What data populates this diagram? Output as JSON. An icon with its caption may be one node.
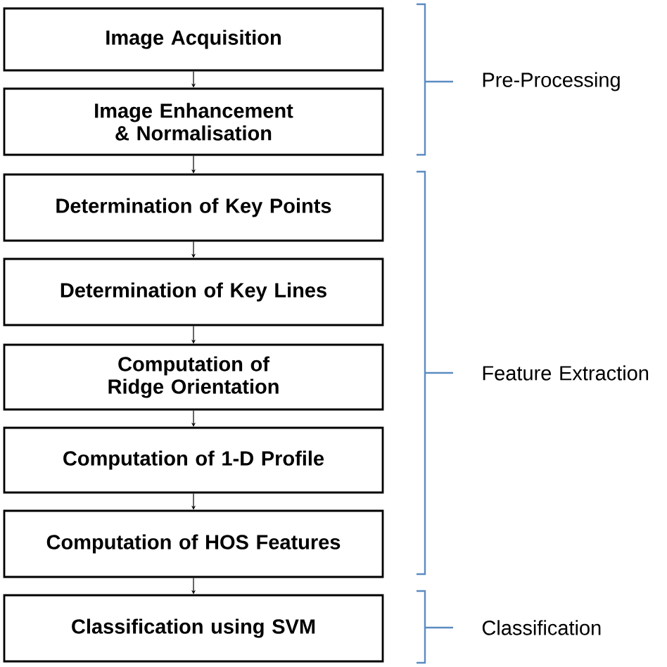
{
  "diagram": {
    "nodes": [
      {
        "text": [
          "Image Acquisition"
        ]
      },
      {
        "text": [
          "Image Enhancement & Normalisation"
        ]
      },
      {
        "text": [
          "Determination of Key Points"
        ]
      },
      {
        "text": [
          "Determination of Key Lines"
        ]
      },
      {
        "text": [
          "Computation of Ridge Orientation"
        ]
      },
      {
        "text": [
          "Computation of 1-D Profile"
        ]
      },
      {
        "text": [
          "Computation of HOS Features"
        ]
      },
      {
        "text": [
          "Classification using SVM"
        ]
      }
    ],
    "edges": [
      {
        "from": 0,
        "to": 1,
        "arrow": "to"
      },
      {
        "from": 1,
        "to": 2,
        "arrow": "to"
      },
      {
        "from": 2,
        "to": 3,
        "arrow": "to"
      },
      {
        "from": 3,
        "to": 4,
        "arrow": "to"
      },
      {
        "from": 4,
        "to": 5,
        "arrow": "to"
      },
      {
        "from": 5,
        "to": 6,
        "arrow": "to"
      },
      {
        "from": 6,
        "to": 7,
        "arrow": "to"
      }
    ],
    "labels": [
      "Pre-Processing",
      "Feature Extraction",
      "Classification"
    ]
  }
}
